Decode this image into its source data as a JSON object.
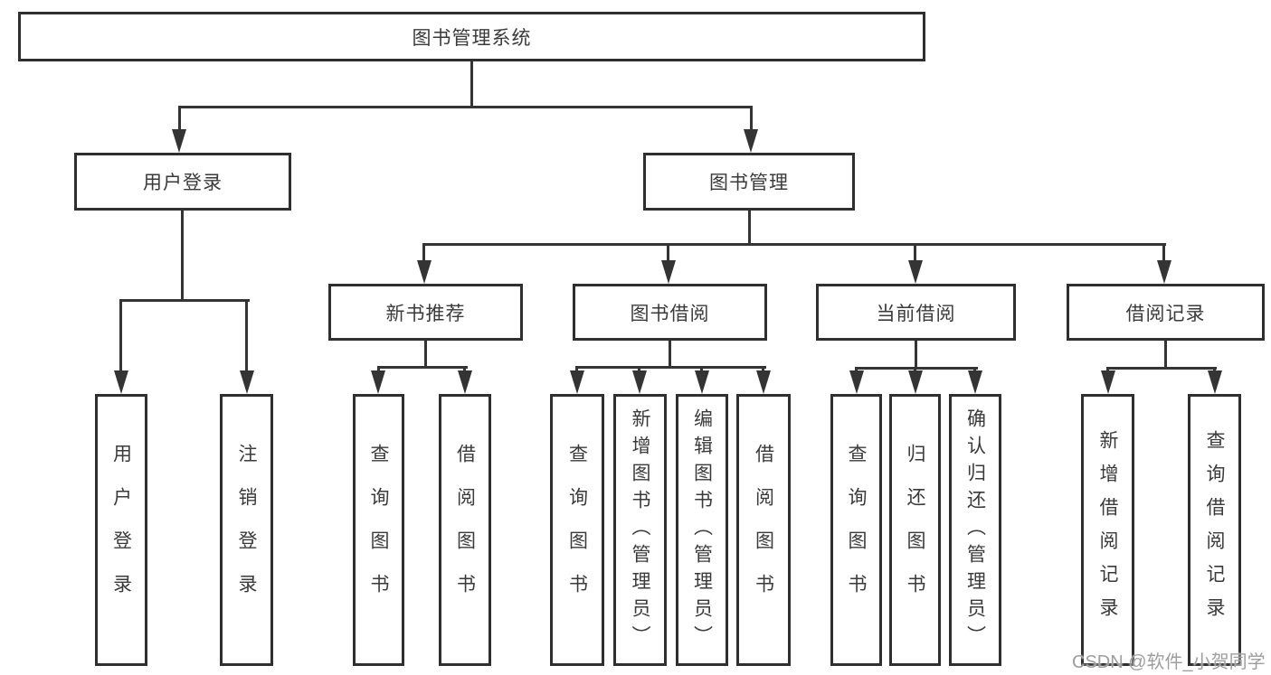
{
  "tree": {
    "root": {
      "label": "图书管理系统"
    },
    "level2": [
      {
        "label": "用户登录",
        "children": [
          {
            "label": "用户登录"
          },
          {
            "label": "注销登录"
          }
        ]
      },
      {
        "label": "图书管理",
        "children": [
          {
            "label": "新书推荐",
            "children": [
              {
                "label": "查询图书"
              },
              {
                "label": "借阅图书"
              }
            ]
          },
          {
            "label": "图书借阅",
            "children": [
              {
                "label": "查询图书"
              },
              {
                "label": "新增图书（管理员）"
              },
              {
                "label": "编辑图书（管理员）"
              },
              {
                "label": "借阅图书"
              }
            ]
          },
          {
            "label": "当前借阅",
            "children": [
              {
                "label": "查询图书"
              },
              {
                "label": "归还图书"
              },
              {
                "label": "确认归还（管理员）"
              }
            ]
          },
          {
            "label": "借阅记录",
            "children": [
              {
                "label": "新增借阅记录"
              },
              {
                "label": "查询借阅记录"
              }
            ]
          }
        ]
      }
    ]
  },
  "watermark": {
    "text": "CSDN @软件_小贺同学"
  },
  "colors": {
    "line": "#343434",
    "box_border": "#2f2f2f",
    "text": "#3a3a3a",
    "watermark": "#9e9e9e",
    "background": "#ffffff"
  }
}
